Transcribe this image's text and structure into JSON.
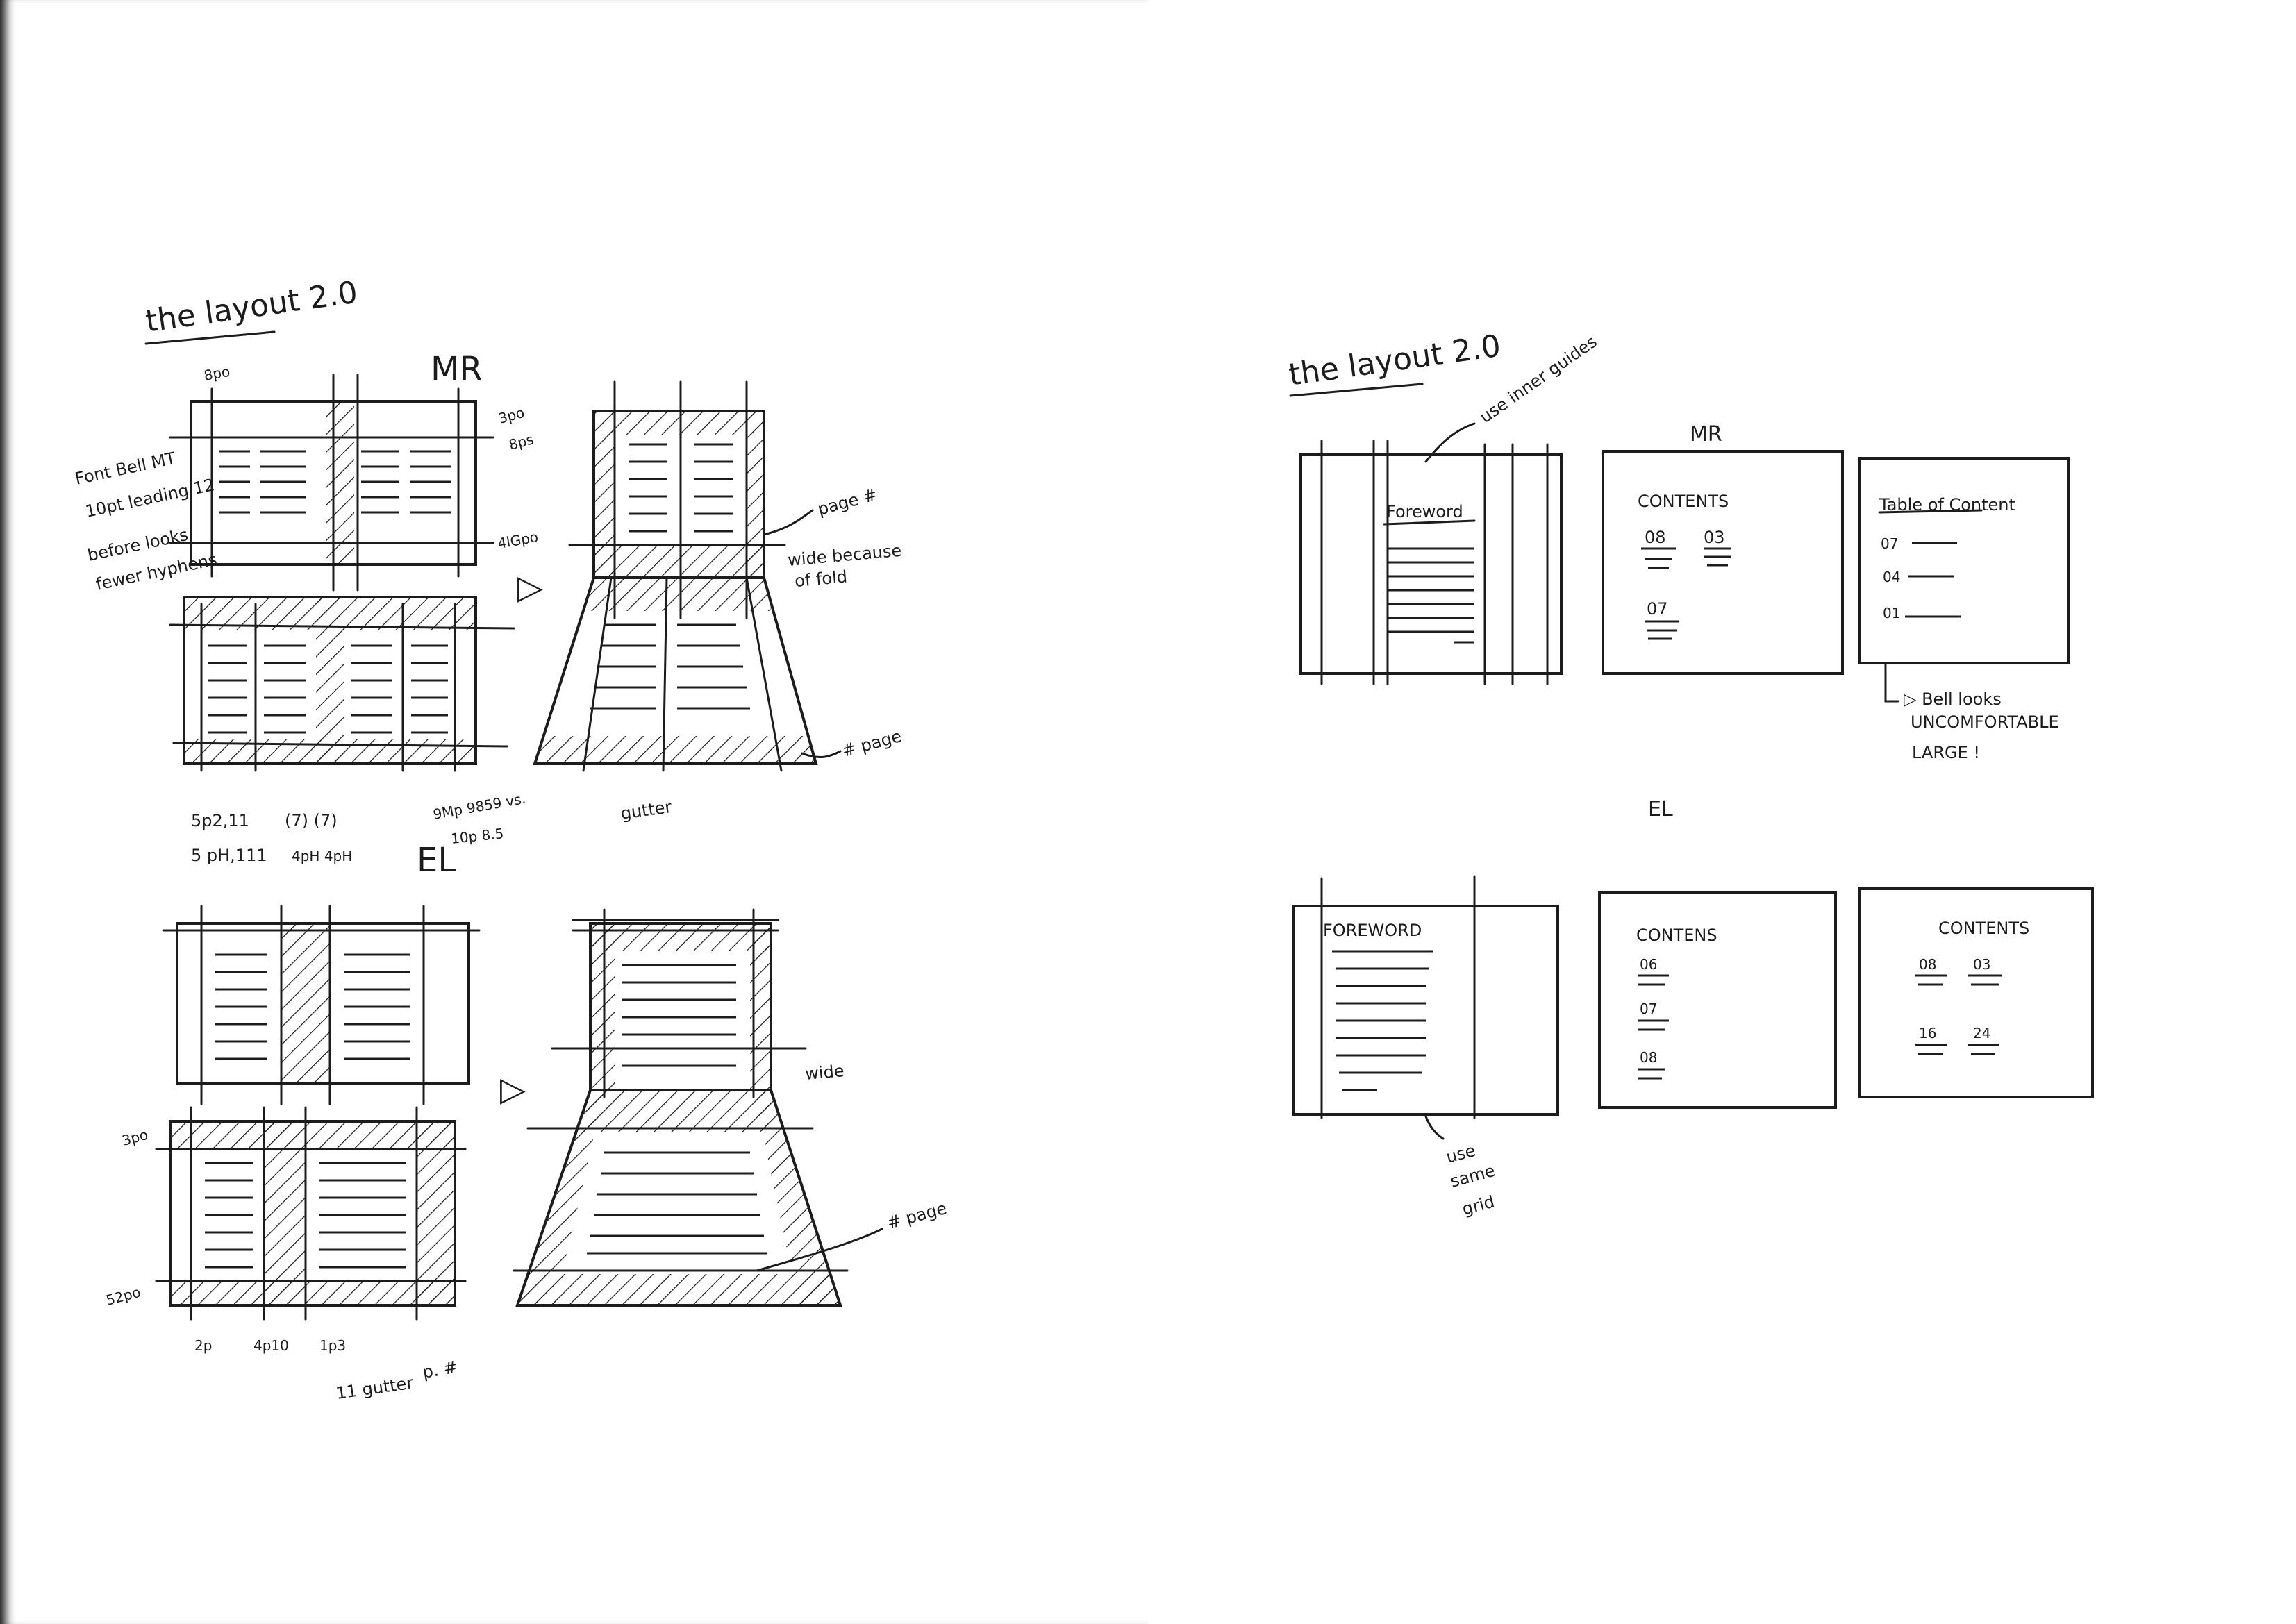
{
  "left_page": {
    "heading": "the layout 2.0",
    "mr_label": "MR",
    "el_label": "EL",
    "arrow_glyph": "▷",
    "notes": {
      "font": "Font Bell MT",
      "size": "10pt leading 12",
      "before": "before looks",
      "hyphens": "fewer hyphens",
      "top_margin": "8po",
      "right_top": "3po",
      "right_8": "8ps",
      "right_4": "4lGpo",
      "page_num": "page #",
      "wide_because": "wide because",
      "of_fold": "of fold",
      "num_page_1": "# page",
      "bottom_a": "5p2,11",
      "bottom_b": "5 pH,111",
      "bottom_c": "(7) (7)",
      "bottom_d": "4pH 4pH",
      "bottom_e": "9Mp 9859 vs.",
      "bottom_f": "10p 8.5",
      "gutter": "gutter",
      "wide": "wide",
      "num_page_2": "# page",
      "side_3": "3po",
      "side_52": "52po",
      "bot_2p": "2p",
      "bot_4p": "4p10",
      "bot_1p": "1p3",
      "bot_11": "11 gutter",
      "bot_pn": "p. #"
    }
  },
  "right_page": {
    "heading": "the layout 2.0",
    "mr_label": "MR",
    "el_label": "EL",
    "inner_guides": "use inner guides",
    "foreword": "Foreword",
    "contents": "CONTENTS",
    "mr_c_nums": [
      "08",
      "03",
      "07"
    ],
    "toc_title": "Table of Content",
    "toc_nums": [
      "07",
      "04",
      "01"
    ],
    "bell_1": "▷ Bell looks",
    "bell_2": "UNCOMFORTABLE",
    "bell_3": "LARGE !",
    "el_foreword": "FOREWORD",
    "el_contents_1": "CONTENS",
    "el_c_nums": [
      "06",
      "07",
      "08"
    ],
    "el_contents_2": "CONTENTS",
    "el_c2_nums": [
      "08",
      "03",
      "16",
      "24"
    ],
    "same_grid_1": "use",
    "same_grid_2": "same",
    "same_grid_3": "grid"
  }
}
